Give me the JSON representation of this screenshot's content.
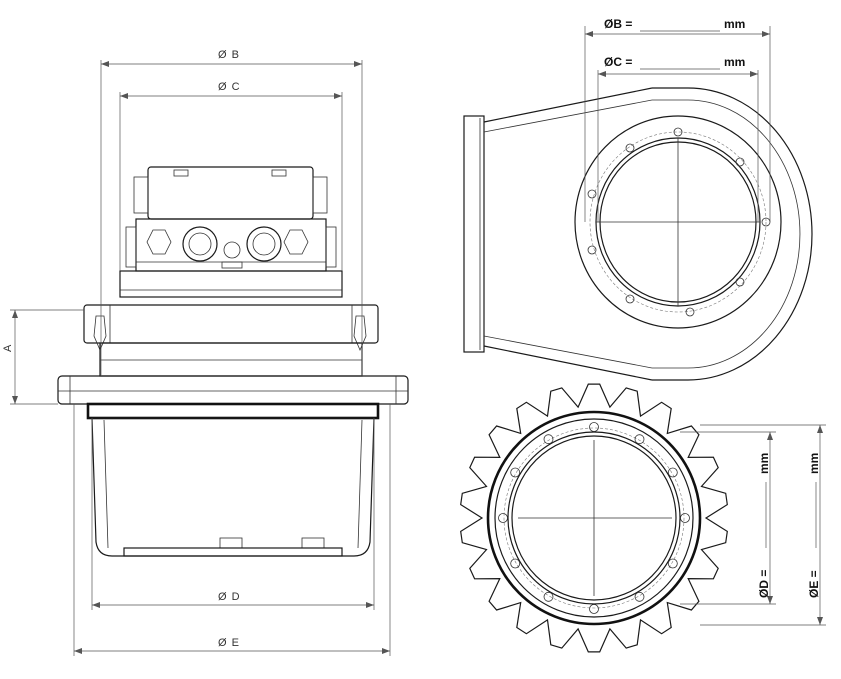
{
  "side_view": {
    "dim_b": "Ø B",
    "dim_c": "Ø C",
    "dim_d": "Ø D",
    "dim_e": "Ø E",
    "dim_a": "A"
  },
  "top_view": {
    "label_b": "ØB =",
    "unit_b": "mm",
    "label_c": "ØC =",
    "unit_c": "mm"
  },
  "sprocket_view": {
    "label_d": "ØD =",
    "unit_d": "mm",
    "label_e": "ØE =",
    "unit_e": "mm"
  }
}
